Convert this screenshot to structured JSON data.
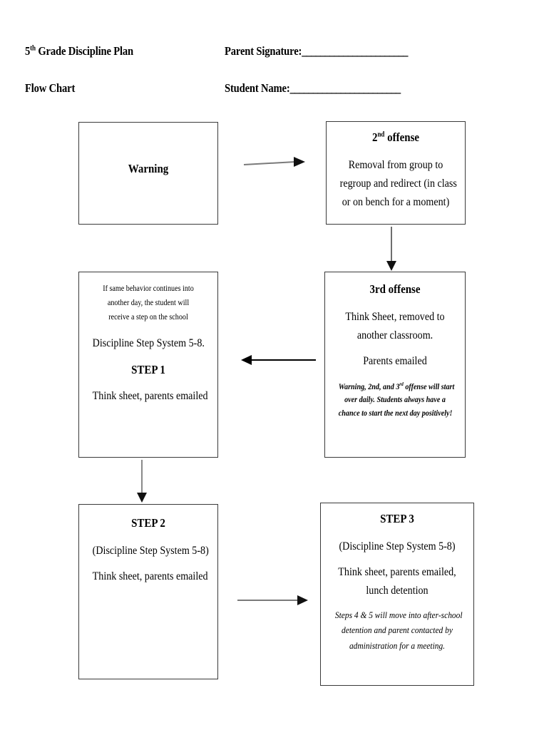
{
  "document": {
    "header": {
      "title_prefix": "5",
      "title_ordinal": "th",
      "title_rest": " Grade Discipline Plan",
      "subtitle": "Flow Chart",
      "parent_signature_label": "Parent Signature:",
      "parent_signature_fill": "_______________________",
      "student_name_label": "Student Name:",
      "student_name_fill": "________________________"
    },
    "boxes": {
      "warning": {
        "heading": "Warning"
      },
      "offense2": {
        "heading_prefix": "2",
        "heading_ordinal": "nd",
        "heading_rest": " offense",
        "body_line1": "Removal from group to",
        "body_line2": "regroup and redirect (in class",
        "body_line3": "or on bench for a moment)"
      },
      "step1": {
        "intro_line1": "If same behavior continues into",
        "intro_line2": "another day, the student will",
        "intro_line3": "receive a step on the school",
        "system_line": "Discipline Step System 5-8.",
        "step_label": "STEP 1",
        "action_line": "Think sheet, parents emailed"
      },
      "offense3": {
        "heading": "3rd offense",
        "body_line1": "Think Sheet, removed to",
        "body_line2": "another classroom.",
        "body_line3": "Parents emailed",
        "note_line1_a": "Warning, 2nd, and 3",
        "note_line1_ordinal": "rd",
        "note_line1_b": " offense will start",
        "note_line2": "over daily.  Students always have a",
        "note_line3": "chance to start the next day positively!"
      },
      "step2": {
        "step_label": "STEP 2",
        "system_line": "(Discipline Step System 5-8)",
        "action_line": "Think sheet, parents emailed"
      },
      "step3": {
        "step_label": "STEP 3",
        "system_line": "(Discipline Step System 5-8)",
        "action_line1": "Think sheet, parents emailed,",
        "action_line2": "lunch detention",
        "note_line1": "Steps 4 & 5 will move into after-school",
        "note_line2": "detention and parent contacted by",
        "note_line3": "administration for a meeting."
      }
    },
    "arrows": [
      {
        "name": "warning-to-offense2",
        "direction": "right",
        "color": "#7a7a7a"
      },
      {
        "name": "offense2-to-offense3",
        "direction": "down",
        "color": "#6e6e6e"
      },
      {
        "name": "offense3-to-step1",
        "direction": "left",
        "color": "#000000"
      },
      {
        "name": "step1-to-step2",
        "direction": "down",
        "color": "#8a8a8a"
      },
      {
        "name": "step2-to-step3",
        "direction": "right",
        "color": "#7a7a7a"
      }
    ]
  },
  "colors": {
    "page_background": "#ffffff",
    "text": "#000000",
    "box_border": "#3a3a3a",
    "arrow_gray": "#7a7a7a",
    "arrow_black": "#000000"
  }
}
